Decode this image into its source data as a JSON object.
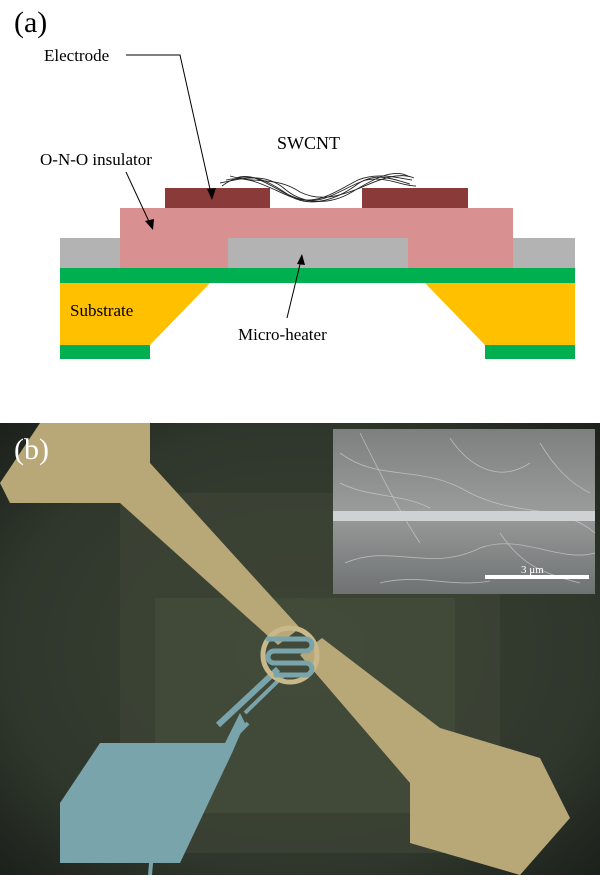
{
  "panel_a": {
    "label": "(a)",
    "electrode": "Electrode",
    "swcnt": "SWCNT",
    "insulator": "O-N-O insulator",
    "substrate": "Substrate",
    "micro_heater": "Micro-heater"
  },
  "panel_b": {
    "label": "(b)",
    "scale_bar": "3 μm"
  },
  "colors": {
    "electrode": "#8b3a3a",
    "insulator": "#d99090",
    "heater_layer": "#b3b3b3",
    "green_layer": "#00b050",
    "substrate": "#ffc000"
  }
}
